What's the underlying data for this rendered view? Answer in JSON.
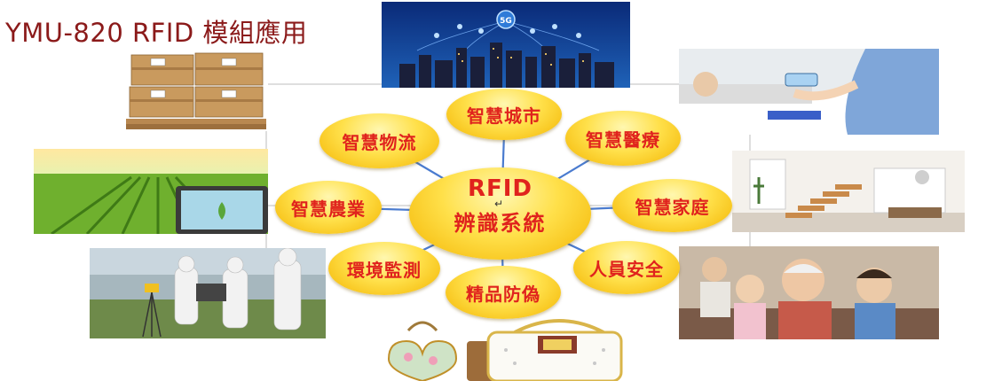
{
  "title": "YMU-820 RFID 模組應用",
  "center": {
    "line1": "RFID",
    "line2": "辨識系統",
    "return_glyph": "↵"
  },
  "nodes": [
    {
      "id": "city",
      "label": "智慧城市"
    },
    {
      "id": "medical",
      "label": "智慧醫療"
    },
    {
      "id": "home",
      "label": "智慧家庭"
    },
    {
      "id": "security",
      "label": "人員安全"
    },
    {
      "id": "antifake",
      "label": "精品防偽"
    },
    {
      "id": "environment",
      "label": "環境監測"
    },
    {
      "id": "agriculture",
      "label": "智慧農業"
    },
    {
      "id": "logistics",
      "label": "智慧物流"
    }
  ],
  "photos": {
    "city_badge": "5G"
  },
  "colors": {
    "title": "#8b1a1a",
    "label": "#e0231d",
    "bubble": "#ffd21f",
    "connector": "#3b6fc0"
  }
}
